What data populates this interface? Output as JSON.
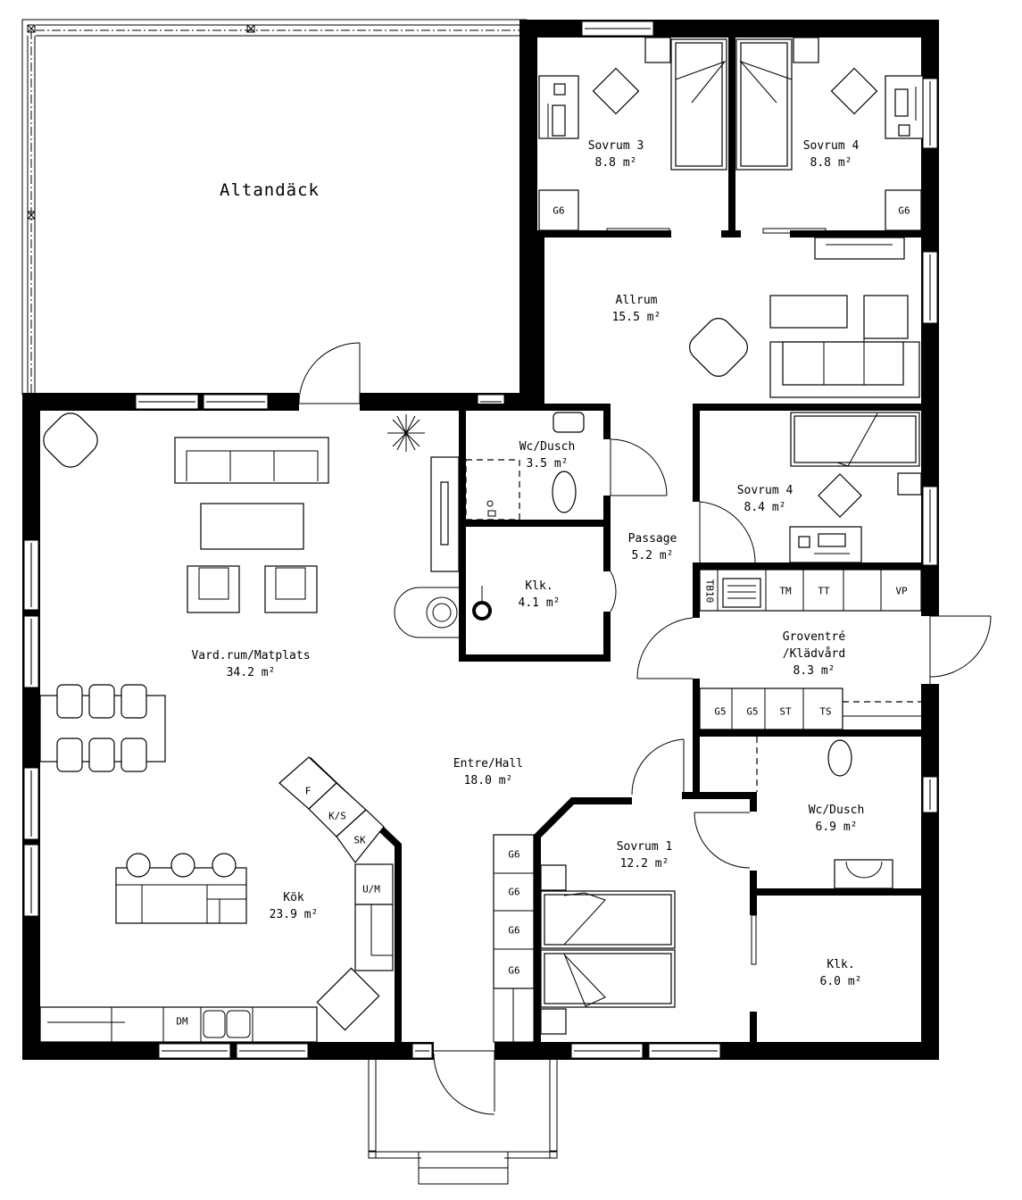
{
  "plan": {
    "type": "residential floor plan",
    "unit": "m²"
  },
  "rooms": [
    {
      "id": "altandack",
      "name": "Altandäck",
      "area": ""
    },
    {
      "id": "sovrum3",
      "name": "Sovrum 3",
      "area": "8.8 m²"
    },
    {
      "id": "sovrum4_top",
      "name": "Sovrum 4",
      "area": "8.8 m²"
    },
    {
      "id": "allrum",
      "name": "Allrum",
      "area": "15.5 m²"
    },
    {
      "id": "wc_dusch_small",
      "name": "Wc/Dusch",
      "area": "3.5 m²"
    },
    {
      "id": "sovrum4_mid",
      "name": "Sovrum 4",
      "area": "8.4 m²"
    },
    {
      "id": "passage",
      "name": "Passage",
      "area": "5.2 m²"
    },
    {
      "id": "klk_small",
      "name": "Klk.",
      "area": "4.1 m²"
    },
    {
      "id": "vardrum",
      "name": "Vard.rum/Matplats",
      "area": "34.2 m²"
    },
    {
      "id": "groventre",
      "name": "Groventré\n/Klädvård",
      "name_line1": "Groventré",
      "name_line2": "/Klädvård",
      "area": "8.3 m²"
    },
    {
      "id": "entre_hall",
      "name": "Entre/Hall",
      "area": "18.0 m²"
    },
    {
      "id": "wc_dusch_large",
      "name": "Wc/Dusch",
      "area": "6.9 m²"
    },
    {
      "id": "sovrum1",
      "name": "Sovrum 1",
      "area": "12.2 m²"
    },
    {
      "id": "kok",
      "name": "Kök",
      "area": "23.9 m²"
    },
    {
      "id": "klk_large",
      "name": "Klk.",
      "area": "6.0 m²"
    }
  ],
  "fixture_tags": {
    "sovrum3_wardrobe": "G6",
    "sovrum4_wardrobe": "G6",
    "laundry_top": [
      "TB10",
      "TM",
      "TT",
      "",
      "VP"
    ],
    "laundry_bottom": [
      "G5",
      "G5",
      "ST",
      "TS"
    ],
    "kitchen_units": [
      "F",
      "K/S",
      "SK",
      "U/M"
    ],
    "kitchen_dishwasher": "DM",
    "sovrum1_wardrobes": [
      "G6",
      "G6",
      "G6",
      "G6"
    ]
  }
}
